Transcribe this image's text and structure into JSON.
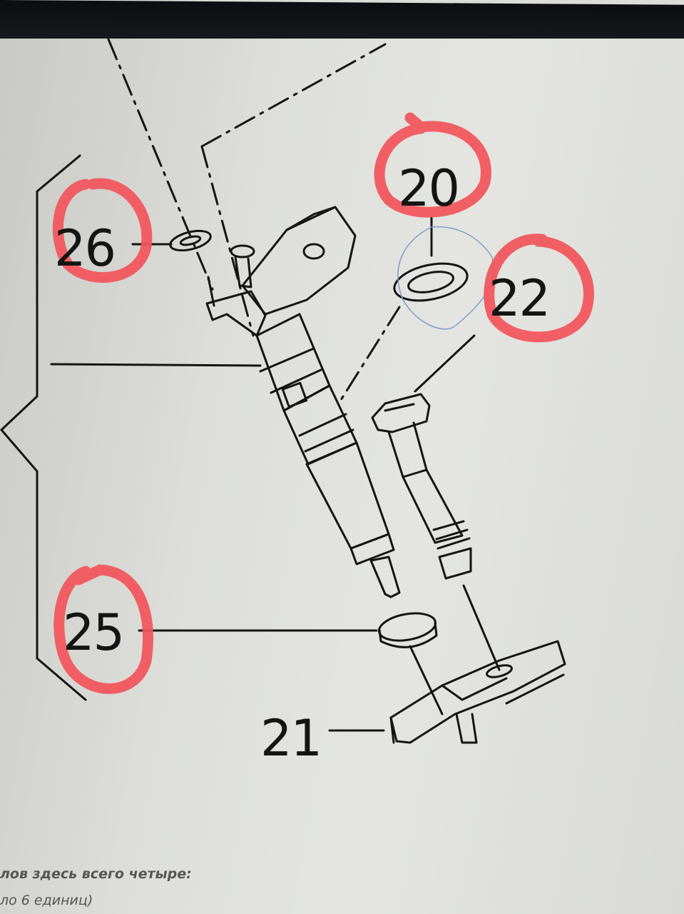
{
  "diagram": {
    "callouts": {
      "c20": "20",
      "c21": "21",
      "c22": "22",
      "c25": "25",
      "c26": "26"
    },
    "highlight_color": "#f2545a",
    "line_color": "#141414"
  },
  "caption": {
    "line_1": "лов здесь всего четыре:",
    "line_2": "ло 6 единиц)"
  }
}
